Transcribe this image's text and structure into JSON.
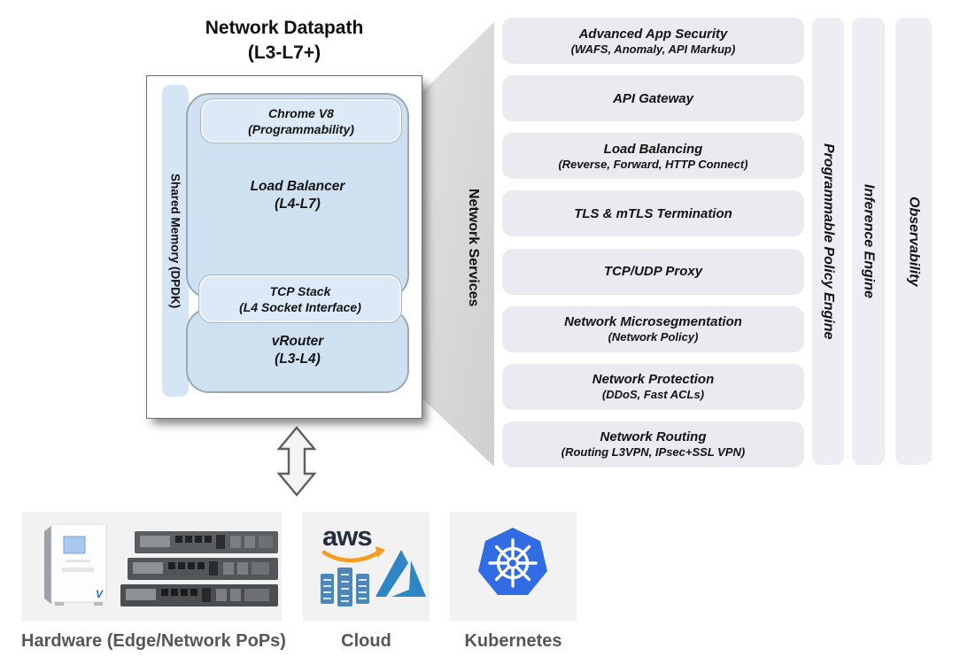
{
  "title": {
    "line1": "Network Datapath",
    "line2": "(L3-L7+)"
  },
  "datapath": {
    "shared_memory": "Shared Memory (DPDK)",
    "chrome": {
      "title": "Chrome V8",
      "subtitle": "(Programmability)"
    },
    "load_balancer": {
      "title": "Load Balancer",
      "subtitle": "(L4-L7)"
    },
    "tcp_stack": {
      "title": "TCP Stack",
      "subtitle": "(L4 Socket Interface)"
    },
    "vrouter": {
      "title": "vRouter",
      "subtitle": "(L3-L4)"
    }
  },
  "network_services": {
    "label": "Network Services",
    "items": [
      {
        "title": "Advanced App Security",
        "subtitle": "(WAFS, Anomaly, API Markup)"
      },
      {
        "title": "API Gateway",
        "subtitle": ""
      },
      {
        "title": "Load Balancing",
        "subtitle": "(Reverse, Forward, HTTP Connect)"
      },
      {
        "title": "TLS & mTLS Termination",
        "subtitle": ""
      },
      {
        "title": "TCP/UDP Proxy",
        "subtitle": ""
      },
      {
        "title": "Network Microsegmentation",
        "subtitle": "(Network Policy)"
      },
      {
        "title": "Network Protection",
        "subtitle": "(DDoS, Fast ACLs)"
      },
      {
        "title": "Network Routing",
        "subtitle": "(Routing L3VPN, IPsec+SSL VPN)"
      }
    ]
  },
  "engines": [
    {
      "label": "Programmable Policy Engine"
    },
    {
      "label": "Inference Engine"
    },
    {
      "label": "Observability"
    }
  ],
  "platforms": [
    {
      "label": "Hardware (Edge/Network PoPs)",
      "icon": "hardware-appliance-and-rack-servers"
    },
    {
      "label": "Cloud",
      "icon": "aws-and-azure-logos"
    },
    {
      "label": "Kubernetes",
      "icon": "kubernetes-wheel"
    }
  ],
  "icons": {
    "aws_text": "aws"
  },
  "colors": {
    "datapath_blue": "#cfe1f1",
    "inner_pill_blue": "#dce9f7",
    "service_pill_gray": "#eaeaf1",
    "funnel_gray": "#d8d8d8",
    "kubernetes_blue": "#326ce5",
    "aws_orange": "#f79a1d",
    "aws_dark": "#252f3e",
    "azure_blue": "#2e86c6",
    "platform_label_gray": "#54585b"
  }
}
